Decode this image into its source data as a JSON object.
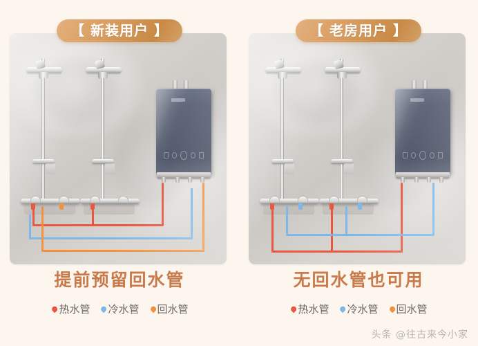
{
  "page": {
    "background_color": "#fdf6ef",
    "watermark": "头条 @往古来今小家"
  },
  "panels": [
    {
      "id": "new-install",
      "badge": "【 新装用户 】",
      "caption": "提前预留回水管",
      "has_return_pipe": true,
      "legend": [
        {
          "label": "热水管",
          "color": "#e8573f",
          "icon": "water-drop-icon"
        },
        {
          "label": "冷水管",
          "color": "#7db8e8",
          "icon": "water-drop-icon"
        },
        {
          "label": "回水管",
          "color": "#f2913f",
          "icon": "water-drop-icon"
        }
      ],
      "scene": {
        "showers": 2,
        "heater": "wall-mounted-gas-water-heater",
        "pipes": [
          "hot",
          "cold",
          "return"
        ]
      }
    },
    {
      "id": "old-house",
      "badge": "【 老房用户 】",
      "caption": "无回水管也可用",
      "has_return_pipe": false,
      "legend": [
        {
          "label": "热水管",
          "color": "#e8573f",
          "icon": "water-drop-icon"
        },
        {
          "label": "冷水管",
          "color": "#7db8e8",
          "icon": "water-drop-icon"
        },
        {
          "label": "回水管",
          "color": "#f2913f",
          "icon": "water-drop-icon"
        }
      ],
      "scene": {
        "showers": 2,
        "heater": "wall-mounted-gas-water-heater",
        "pipes": [
          "hot",
          "cold"
        ]
      }
    }
  ],
  "colors": {
    "hot": "#e8573f",
    "cold": "#7db8e8",
    "return": "#f2913f",
    "badge_start": "#e3b07d",
    "badge_end": "#c98a46",
    "caption": "#c97a4a",
    "legend_text": "#6e6a66"
  }
}
